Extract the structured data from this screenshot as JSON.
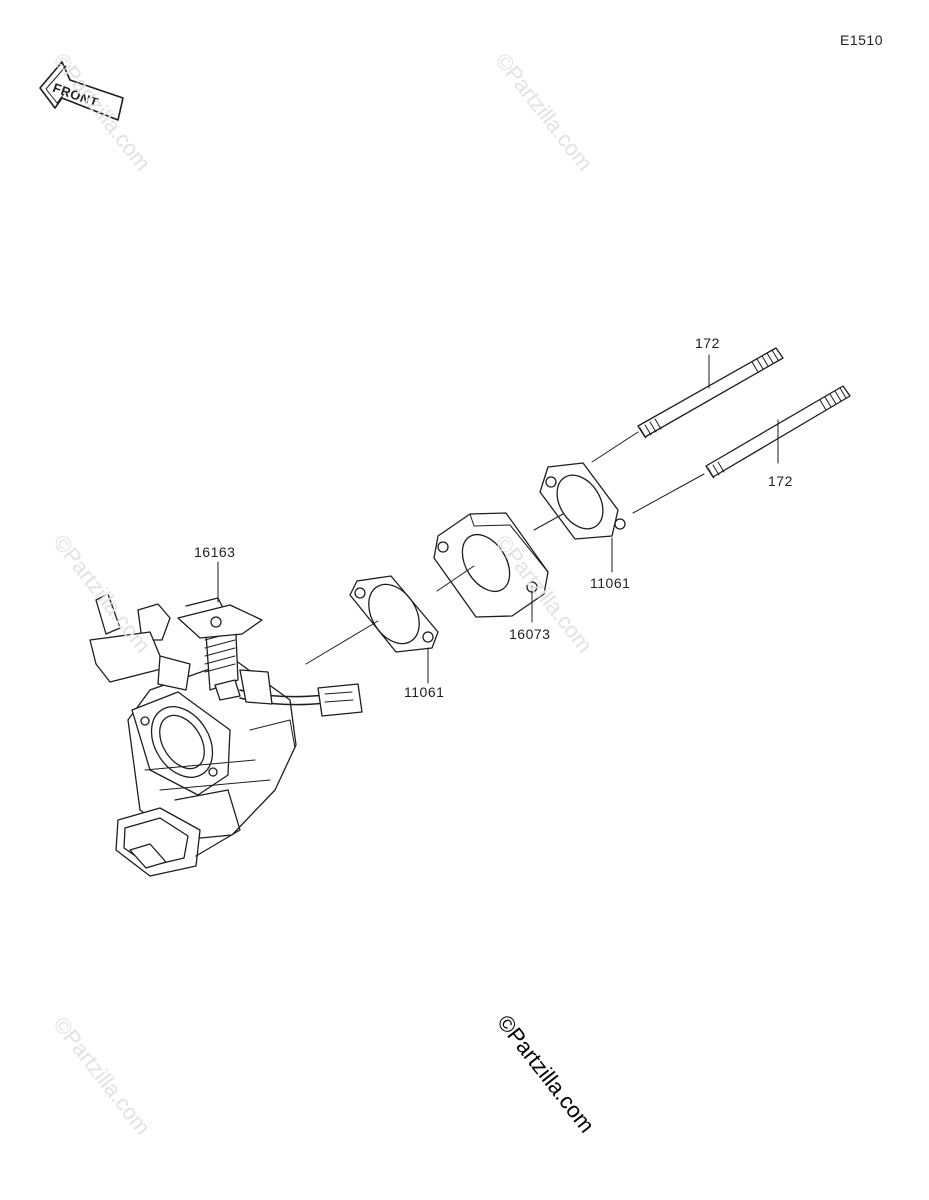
{
  "diagram_code": "E1510",
  "front_label": "FRONT",
  "parts": {
    "stud_upper": "172",
    "stud_lower": "172",
    "gasket_right": "11061",
    "spacer": "16073",
    "gasket_left": "11061",
    "throttle_body": "16163"
  },
  "watermark": "©Partzilla.com"
}
